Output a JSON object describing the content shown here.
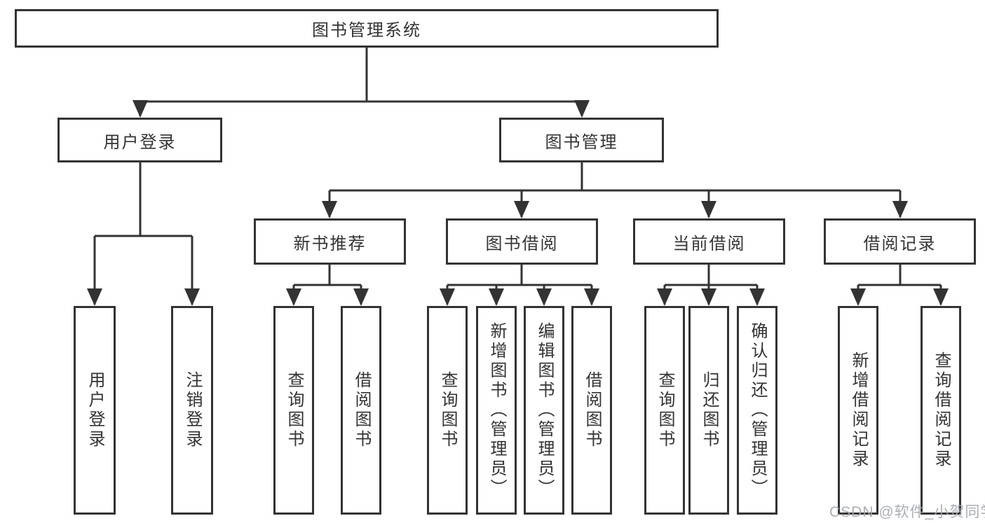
{
  "tree": {
    "label": "图书管理系统",
    "children": [
      {
        "label": "用户登录",
        "children": [
          {
            "label": "用户登录"
          },
          {
            "label": "注销登录"
          }
        ]
      },
      {
        "label": "图书管理",
        "children": [
          {
            "label": "新书推荐",
            "children": [
              {
                "label": "查询图书"
              },
              {
                "label": "借阅图书"
              }
            ]
          },
          {
            "label": "图书借阅",
            "children": [
              {
                "label": "查询图书"
              },
              {
                "label": "新增图书（管理员）"
              },
              {
                "label": "编辑图书（管理员）"
              },
              {
                "label": "借阅图书"
              }
            ]
          },
          {
            "label": "当前借阅",
            "children": [
              {
                "label": "查询图书"
              },
              {
                "label": "归还图书"
              },
              {
                "label": "确认归还（管理员）"
              }
            ]
          },
          {
            "label": "借阅记录",
            "children": [
              {
                "label": "新增借阅记录"
              },
              {
                "label": "查询借阅记录"
              }
            ]
          }
        ]
      }
    ]
  },
  "watermark": "CSDN @软件_小贺同学",
  "colors": {
    "line": "#333333",
    "box_border": "#333333",
    "text": "#333333",
    "background": "#ffffff",
    "watermark": "#a3a8b0"
  }
}
